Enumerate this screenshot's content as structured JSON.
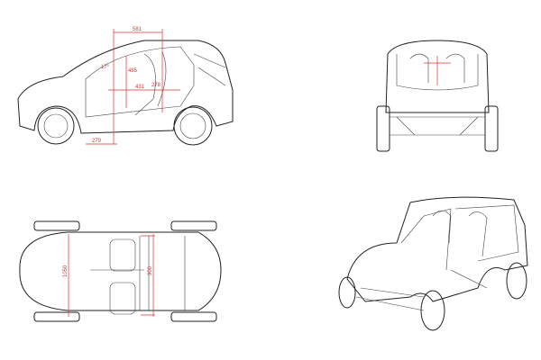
{
  "views": {
    "side": {
      "dimensions": [
        "581",
        "17°",
        "485",
        "431",
        "278",
        "279"
      ]
    },
    "front": {},
    "top": {
      "dimensions": [
        "1050",
        "900"
      ]
    },
    "perspective": {}
  },
  "colors": {
    "line": "#222222",
    "dimension": "#dd3333"
  }
}
